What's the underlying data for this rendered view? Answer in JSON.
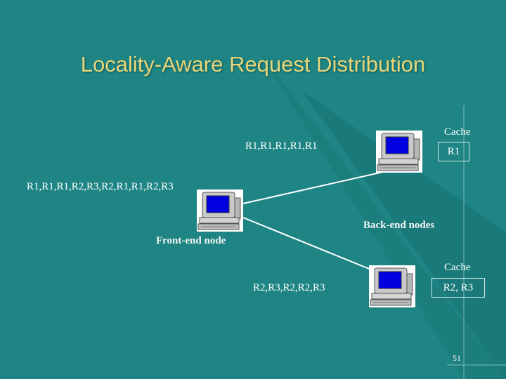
{
  "slide": {
    "title": "Locality-Aware Request Distribution",
    "page_number": "51"
  },
  "requests": {
    "incoming": "R1,R1,R1,R2,R3,R2,R1,R1,R2,R3",
    "to_top_backend": "R1,R1,R1,R1,R1",
    "to_bottom_backend": "R2,R3,R2,R2,R3"
  },
  "labels": {
    "front_end": "Front-end node",
    "back_end": "Back-end nodes"
  },
  "top_backend": {
    "cache_label": "Cache",
    "cache_contents": "R1"
  },
  "bottom_backend": {
    "cache_label": "Cache",
    "cache_contents": "R2, R3"
  }
}
